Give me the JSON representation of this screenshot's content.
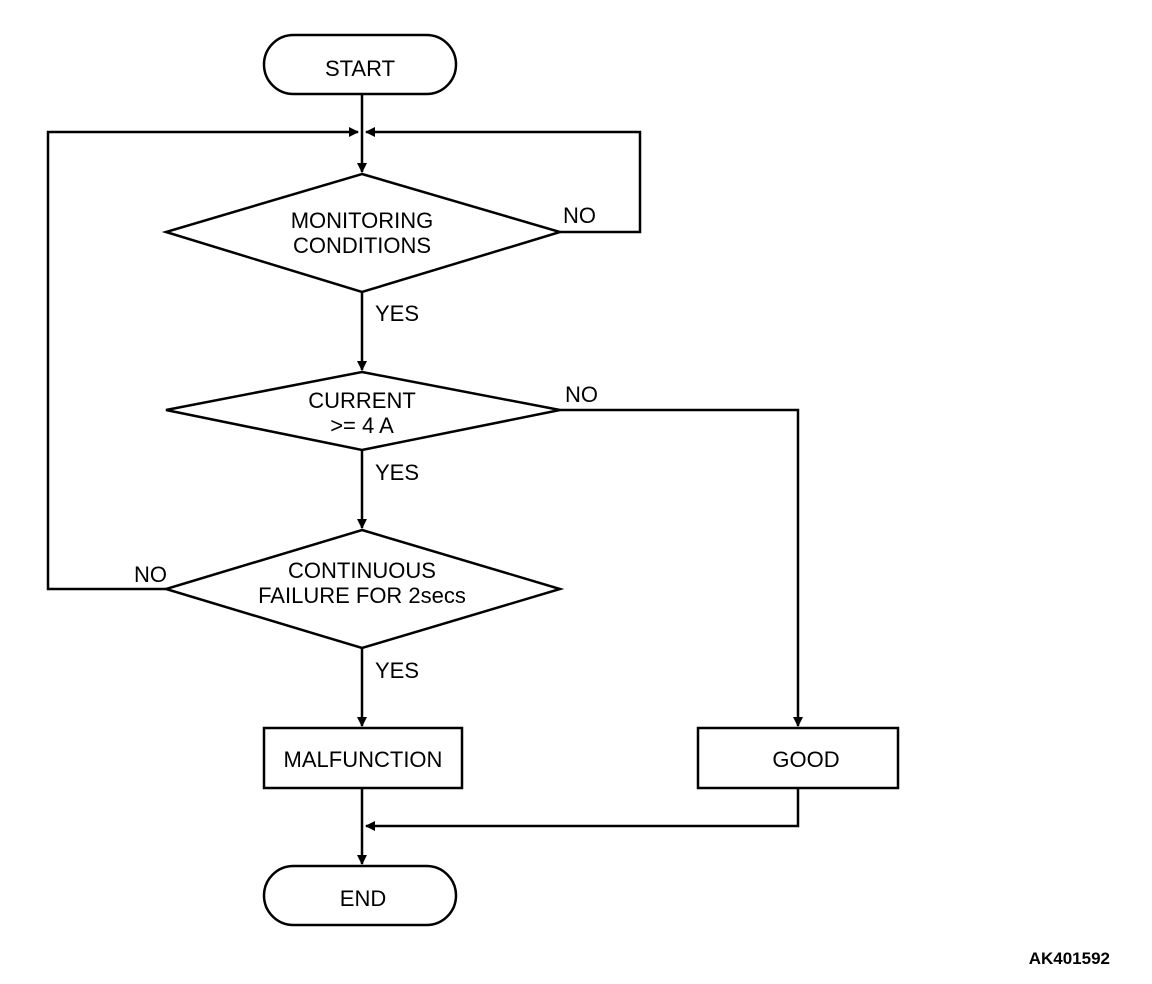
{
  "flowchart": {
    "start": "START",
    "end": "END",
    "decisions": [
      {
        "line1": "MONITORING",
        "line2": "CONDITIONS",
        "yes": "YES",
        "no": "NO"
      },
      {
        "line1": "CURRENT",
        "line2": ">= 4 A",
        "yes": "YES",
        "no": "NO"
      },
      {
        "line1": "CONTINUOUS",
        "line2": "FAILURE FOR 2secs",
        "yes": "YES",
        "no": "NO"
      }
    ],
    "malfunction": "MALFUNCTION",
    "good": "GOOD"
  },
  "figure_id": "AK401592"
}
